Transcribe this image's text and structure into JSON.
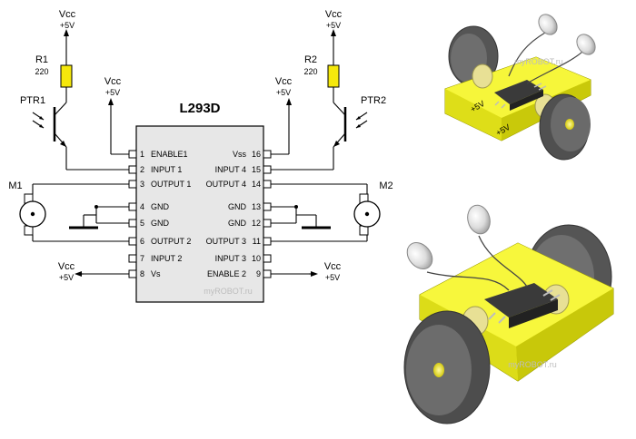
{
  "chip": {
    "name": "L293D",
    "watermark": "myROBOT.ru",
    "left_pins": [
      {
        "num": "1",
        "label": "ENABLE1"
      },
      {
        "num": "2",
        "label": "INPUT 1"
      },
      {
        "num": "3",
        "label": "OUTPUT 1"
      },
      {
        "num": "4",
        "label": "GND"
      },
      {
        "num": "5",
        "label": "GND"
      },
      {
        "num": "6",
        "label": "OUTPUT 2"
      },
      {
        "num": "7",
        "label": "INPUT 2"
      },
      {
        "num": "8",
        "label": "Vs"
      }
    ],
    "right_pins": [
      {
        "num": "16",
        "label": "Vss"
      },
      {
        "num": "15",
        "label": "INPUT 4"
      },
      {
        "num": "14",
        "label": "OUTPUT 4"
      },
      {
        "num": "13",
        "label": "GND"
      },
      {
        "num": "12",
        "label": "GND"
      },
      {
        "num": "11",
        "label": "OUTPUT 3"
      },
      {
        "num": "10",
        "label": "INPUT 3"
      },
      {
        "num": "9",
        "label": "ENABLE 2"
      }
    ]
  },
  "supply": {
    "vcc": "Vcc",
    "voltage": "+5V"
  },
  "resistors": [
    {
      "ref": "R1",
      "value": "220"
    },
    {
      "ref": "R2",
      "value": "220"
    }
  ],
  "phototransistors": [
    "PTR1",
    "PTR2"
  ],
  "motors": [
    "M1",
    "M2"
  ],
  "robot_render": {
    "top_watermark": "myROBOT.ru",
    "bottom_watermark": "myROBOT.ru",
    "pad_label_1": "+5V",
    "pad_label_2": "+5V",
    "colors": {
      "board": "#ecec1e",
      "wheel": "#5a5a5a",
      "chip": "#3a3a3a"
    }
  }
}
